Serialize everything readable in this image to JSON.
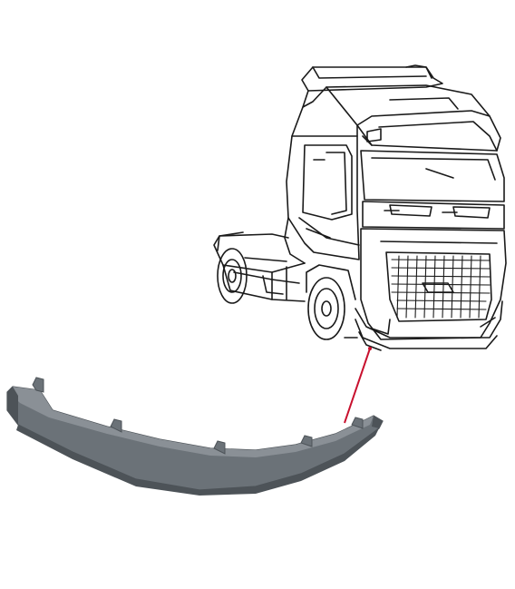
{
  "figure": {
    "background": "#ffffff",
    "line_color": "#1a1a1a",
    "leader_color": "#c8102e",
    "part_fill": "#6b7278",
    "part_shade": "#4d5358",
    "part_highlight": "#8a9096"
  },
  "parts": [
    {
      "name": "truck-line-drawing",
      "icon": "truck-cab-icon"
    },
    {
      "name": "bumper-spoiler-part",
      "icon": "spoiler-icon"
    },
    {
      "name": "part-leader-line",
      "icon": "leader-line-icon"
    }
  ]
}
